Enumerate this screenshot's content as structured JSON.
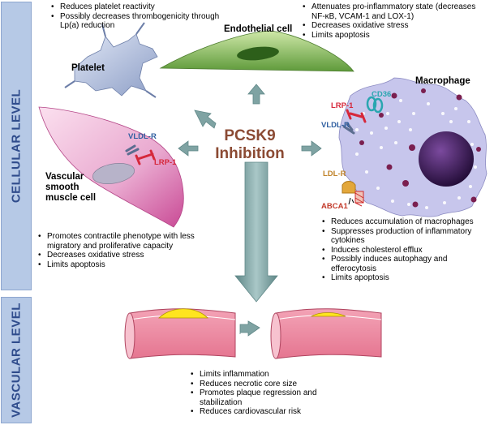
{
  "levels": {
    "cellular": "CELLULAR LEVEL",
    "vascular": "VASCULAR  LEVEL"
  },
  "center": {
    "line1": "PCSK9",
    "line2": "Inhibition"
  },
  "cells": {
    "platelet": "Platelet",
    "endothelial": "Endothelial cell",
    "macrophage": "Macrophage",
    "vsmc_line1": "Vascular",
    "vsmc_line2": "smooth",
    "vsmc_line3": "muscle cell"
  },
  "receptors": {
    "vldlr_smc": "VLDL-R",
    "lrp1_smc": "LRP-1",
    "lrp1_mac": "LRP-1",
    "cd36": "CD36",
    "vldlr_mac": "VLDL-R",
    "ldlr": "LDL-R",
    "abca1": "ABCA1"
  },
  "effects": {
    "platelet": [
      "Reduces platelet reactivity",
      "Possibly decreases thrombogenicity through Lp(a) reduction"
    ],
    "endothelial": [
      "Attenuates pro-inflammatory state (decreases NF-κB, VCAM-1 and LOX-1)",
      "Decreases oxidative stress",
      "Limits apoptosis"
    ],
    "smc": [
      "Promotes contractile phenotype with less migratory and proliferative capacity",
      "Decreases oxidative stress",
      "Limits apoptosis"
    ],
    "macrophage": [
      "Reduces accumulation of macrophages",
      "Suppresses production of inflammatory cytokines",
      "Induces cholesterol efflux",
      "Possibly induces autophagy and efferocytosis",
      "Limits apoptosis"
    ],
    "vascular": [
      "Limits inflammation",
      "Reduces necrotic core size",
      "Promotes plaque regression and stabilization",
      "Reduces cardiovascular risk"
    ]
  },
  "colors": {
    "label_bg": "#b6c9e6",
    "label_text": "#2f4c8c",
    "arrow": "#7fa3a3",
    "center_text": "#8b4a33"
  }
}
